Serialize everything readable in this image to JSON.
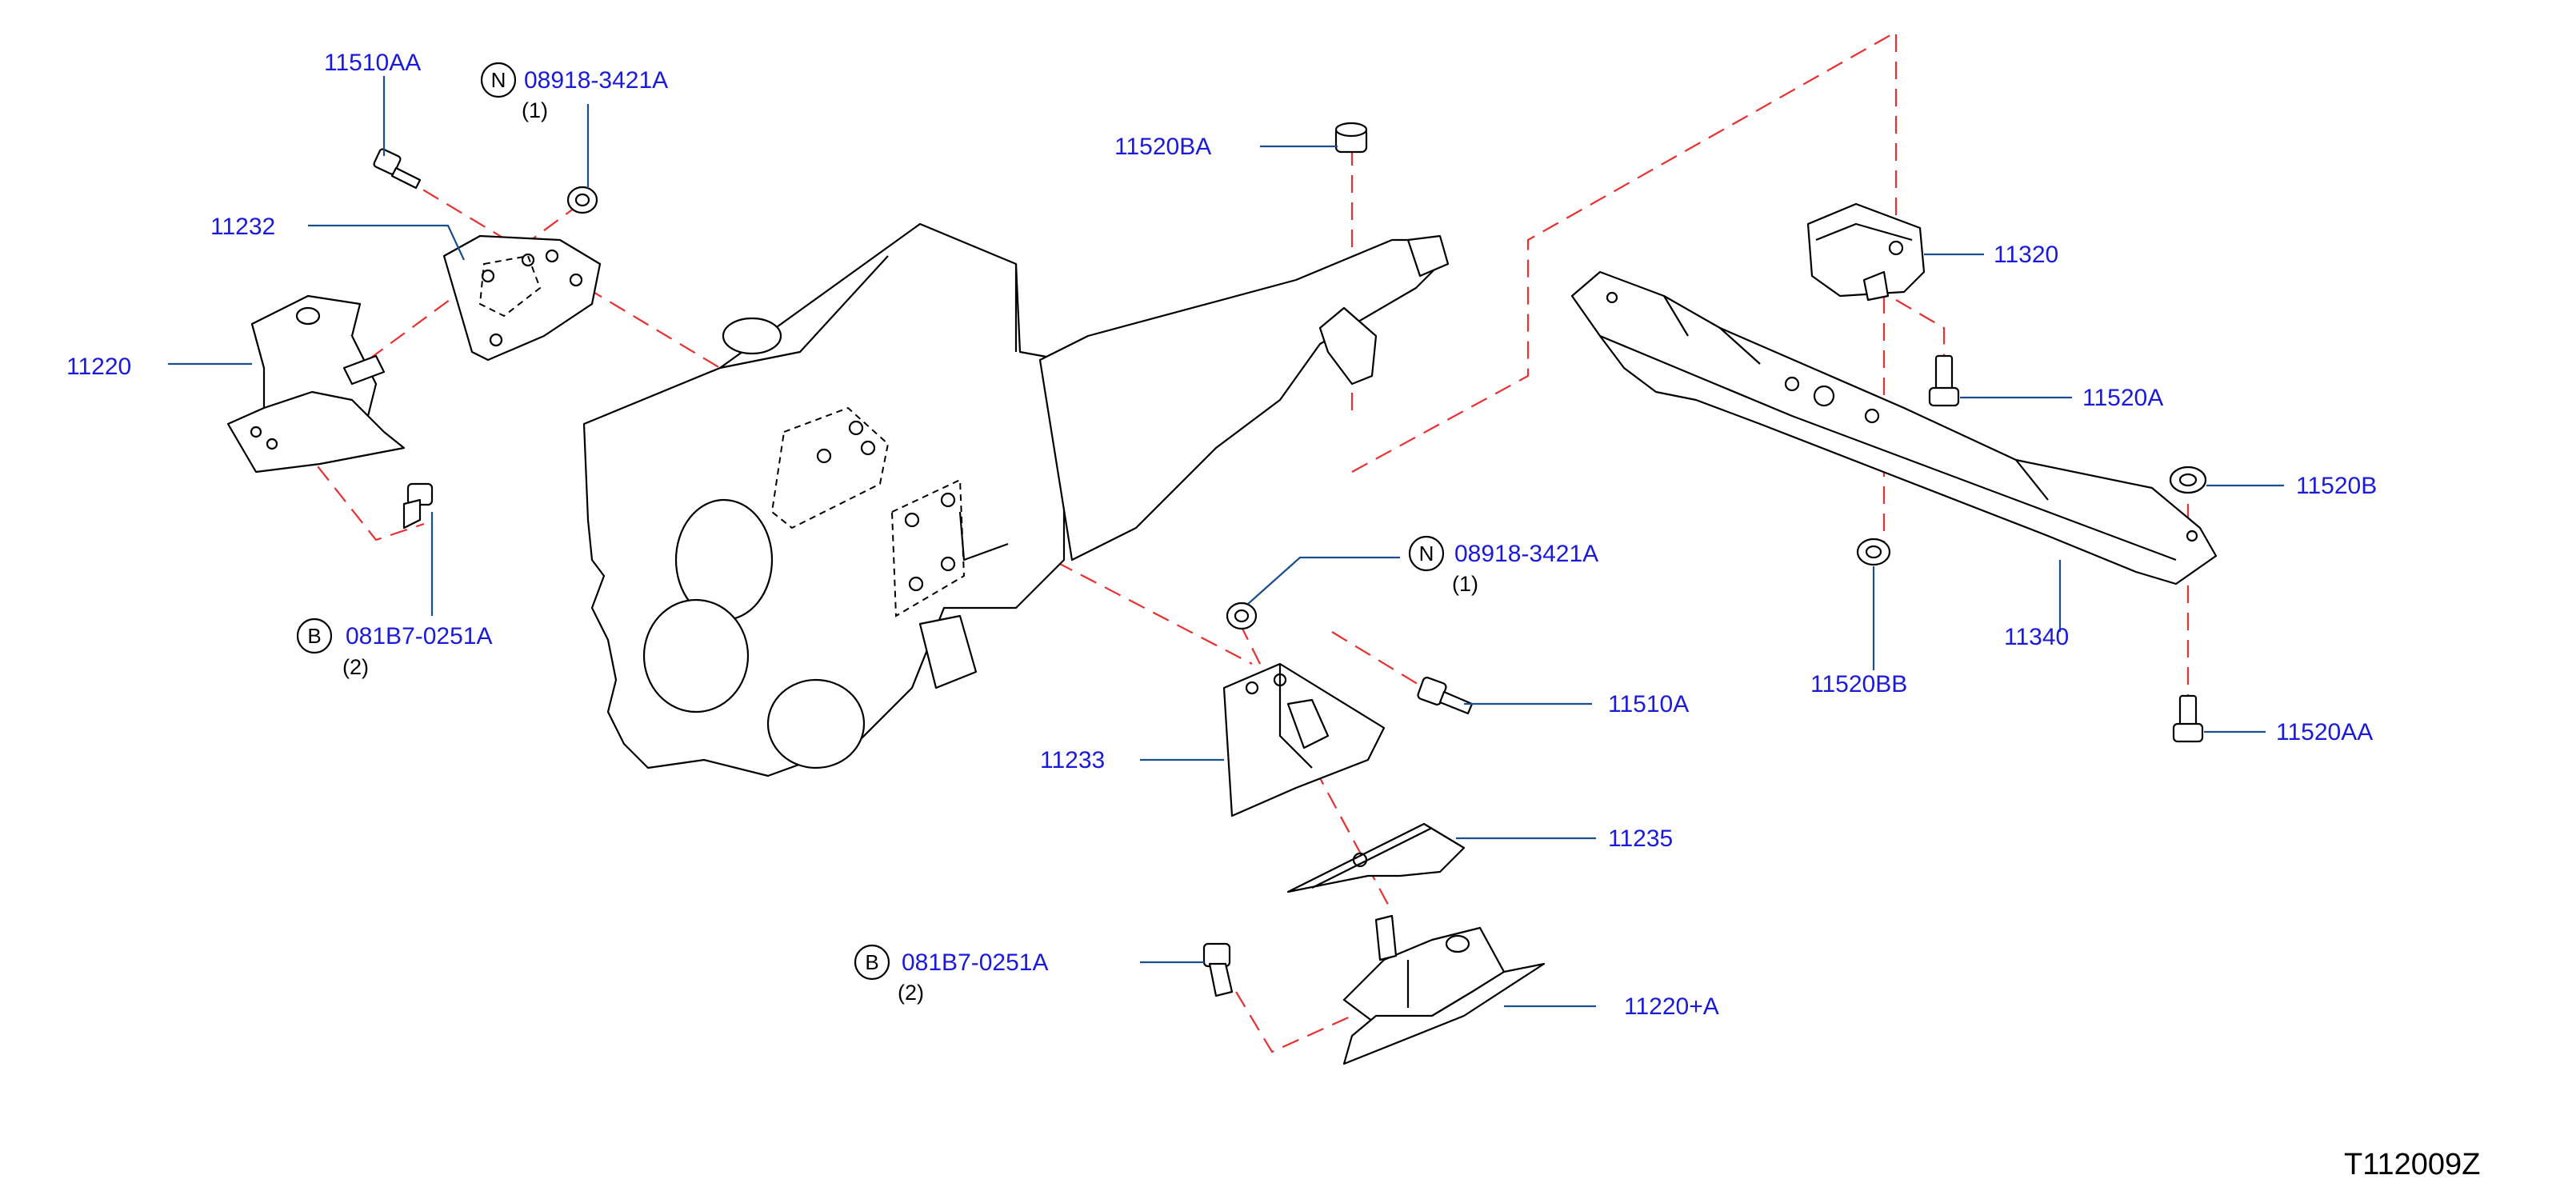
{
  "diagram": {
    "reference_code": "T112009Z",
    "colors": {
      "part_label": "#1a1adb",
      "leader_line": "#1a4f8f",
      "assembly_dash": "#e83030",
      "outline": "#000000"
    },
    "labels": {
      "l_11510AA": "11510AA",
      "l_08918_top": "08918-3421A",
      "l_08918_top_qty": "(1)",
      "l_11232": "11232",
      "l_11220": "11220",
      "l_081B7_left": "081B7-0251A",
      "l_081B7_left_qty": "(2)",
      "l_11520BA": "11520BA",
      "l_08918_mid": "08918-3421A",
      "l_08918_mid_qty": "(1)",
      "l_11510A": "11510A",
      "l_11233": "11233",
      "l_11235": "11235",
      "l_081B7_bottom": "081B7-0251A",
      "l_081B7_bottom_qty": "(2)",
      "l_11220A": "11220+A",
      "l_11320": "11320",
      "l_11520A": "11520A",
      "l_11520B": "11520B",
      "l_11340": "11340",
      "l_11520BB": "11520BB",
      "l_11520AA": "11520AA"
    },
    "badges": {
      "n_top": "N",
      "b_left": "B",
      "n_mid": "N",
      "b_bottom": "B"
    },
    "icons": {
      "nut_symbol": "circled-N",
      "bolt_symbol": "circled-B"
    }
  }
}
